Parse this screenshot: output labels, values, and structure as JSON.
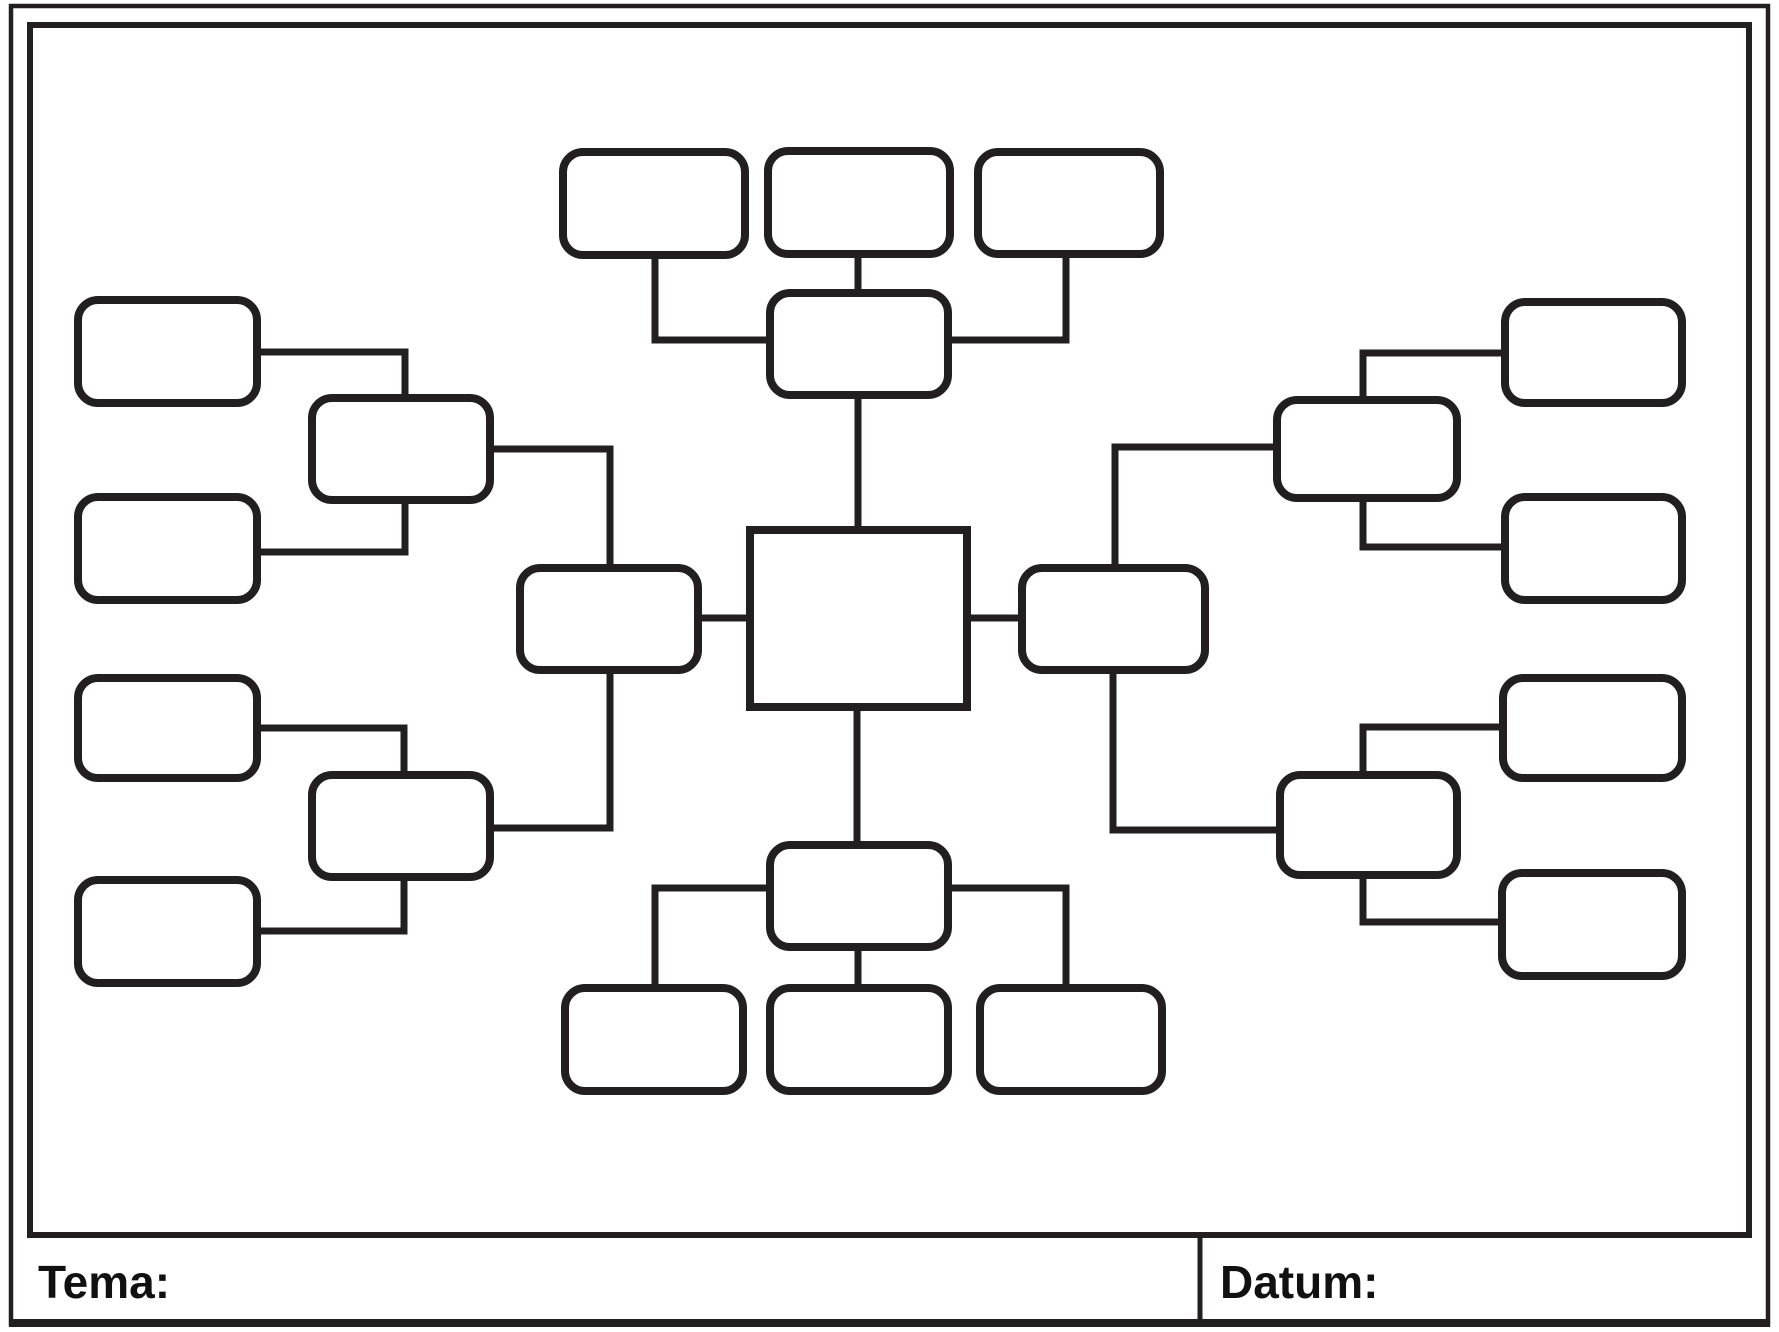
{
  "meta": {
    "document_type": "mindmap-worksheet-template",
    "background_color": "#ffffff",
    "line_color": "#231f20",
    "text_color": "#111111"
  },
  "footer": {
    "tema_label": "Tema:",
    "tema_value": "",
    "datum_label": "Datum:",
    "datum_value": ""
  },
  "mindmap": {
    "center": {
      "value": ""
    },
    "top_branch": {
      "hub": {
        "value": ""
      },
      "leaves": [
        {
          "value": ""
        },
        {
          "value": ""
        },
        {
          "value": ""
        }
      ]
    },
    "bottom_branch": {
      "hub": {
        "value": ""
      },
      "leaves": [
        {
          "value": ""
        },
        {
          "value": ""
        },
        {
          "value": ""
        }
      ]
    },
    "left_branch": {
      "hub": {
        "value": ""
      },
      "subtopics": [
        {
          "value": "",
          "leaves": [
            {
              "value": ""
            },
            {
              "value": ""
            }
          ]
        },
        {
          "value": "",
          "leaves": [
            {
              "value": ""
            },
            {
              "value": ""
            }
          ]
        }
      ]
    },
    "right_branch": {
      "hub": {
        "value": ""
      },
      "subtopics": [
        {
          "value": "",
          "leaves": [
            {
              "value": ""
            },
            {
              "value": ""
            }
          ]
        },
        {
          "value": "",
          "leaves": [
            {
              "value": ""
            },
            {
              "value": ""
            }
          ]
        }
      ]
    }
  }
}
